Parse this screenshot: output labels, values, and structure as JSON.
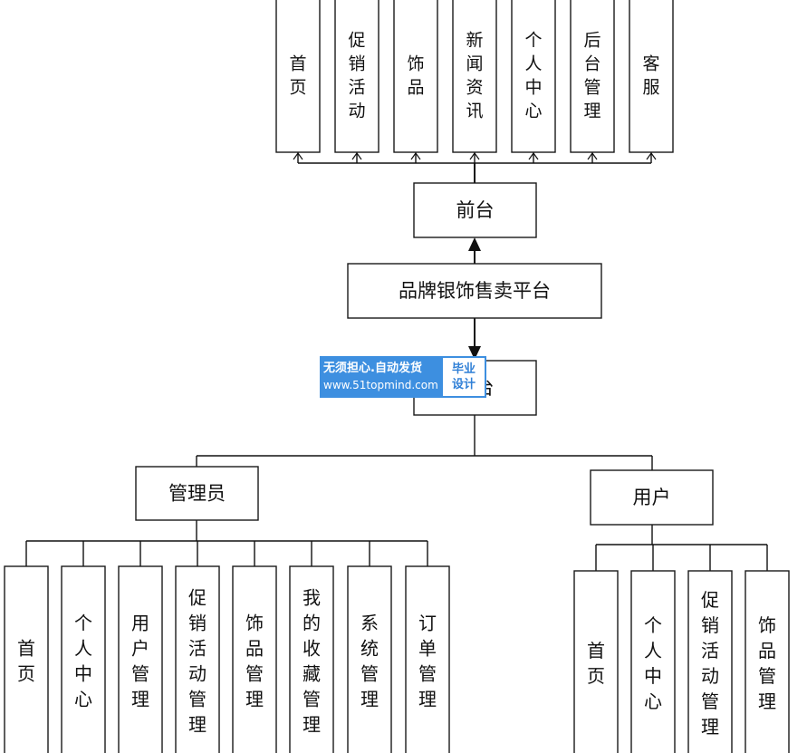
{
  "colors": {
    "line": "#111111",
    "box_border": "#1a1a1a",
    "watermark_blue": "#3d8fe0"
  },
  "diagram": {
    "root": "品牌银饰售卖平台",
    "frontend": {
      "label": "前台",
      "children": [
        "首页",
        "促销活动",
        "饰品",
        "新闻资讯",
        "个人中心",
        "后台管理",
        "客服"
      ]
    },
    "backend": {
      "label": "后台"
    },
    "admin": {
      "label": "管理员",
      "children": [
        "首页",
        "个人中心",
        "用户管理",
        "促销活动管理",
        "饰品管理",
        "我的收藏管理",
        "系统管理",
        "订单管理"
      ]
    },
    "user": {
      "label": "用户",
      "children": [
        "首页",
        "个人中心",
        "促销活动管理",
        "饰品管理"
      ]
    }
  },
  "watermark": {
    "line1": "无须担心.自动发货",
    "line2": "www.51topmind.com",
    "badge_line1": "毕业",
    "badge_line2": "设计"
  }
}
